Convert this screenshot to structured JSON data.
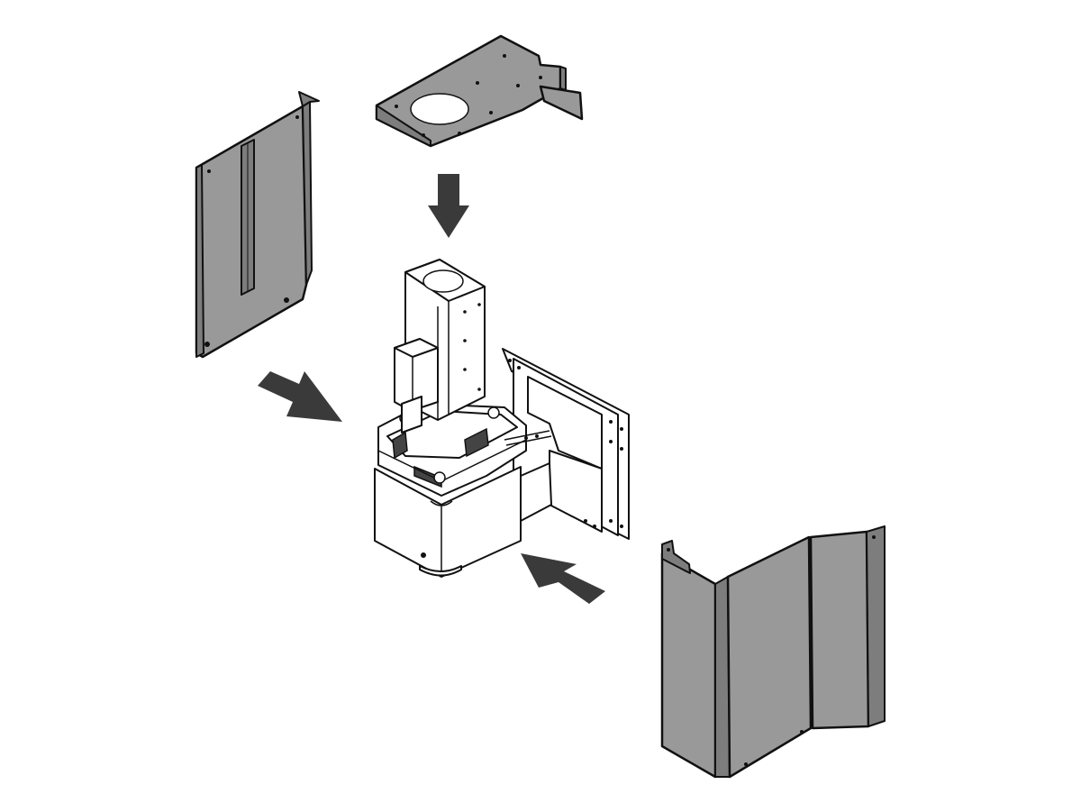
{
  "figure": {
    "kind": "exploded-assembly-illustration",
    "colors": {
      "background": "#ffffff",
      "panel_fill": "#999999",
      "panel_edge": "#7d7d7d",
      "outline": "#111111",
      "arrow": "#3a3a3a"
    },
    "components": [
      "left-side-panel",
      "top-mounting-plate",
      "central-assembly",
      "front-cover-panel"
    ],
    "arrows": [
      "arrow-down-to-assembly",
      "arrow-from-left-panel",
      "arrow-from-front-cover"
    ]
  }
}
